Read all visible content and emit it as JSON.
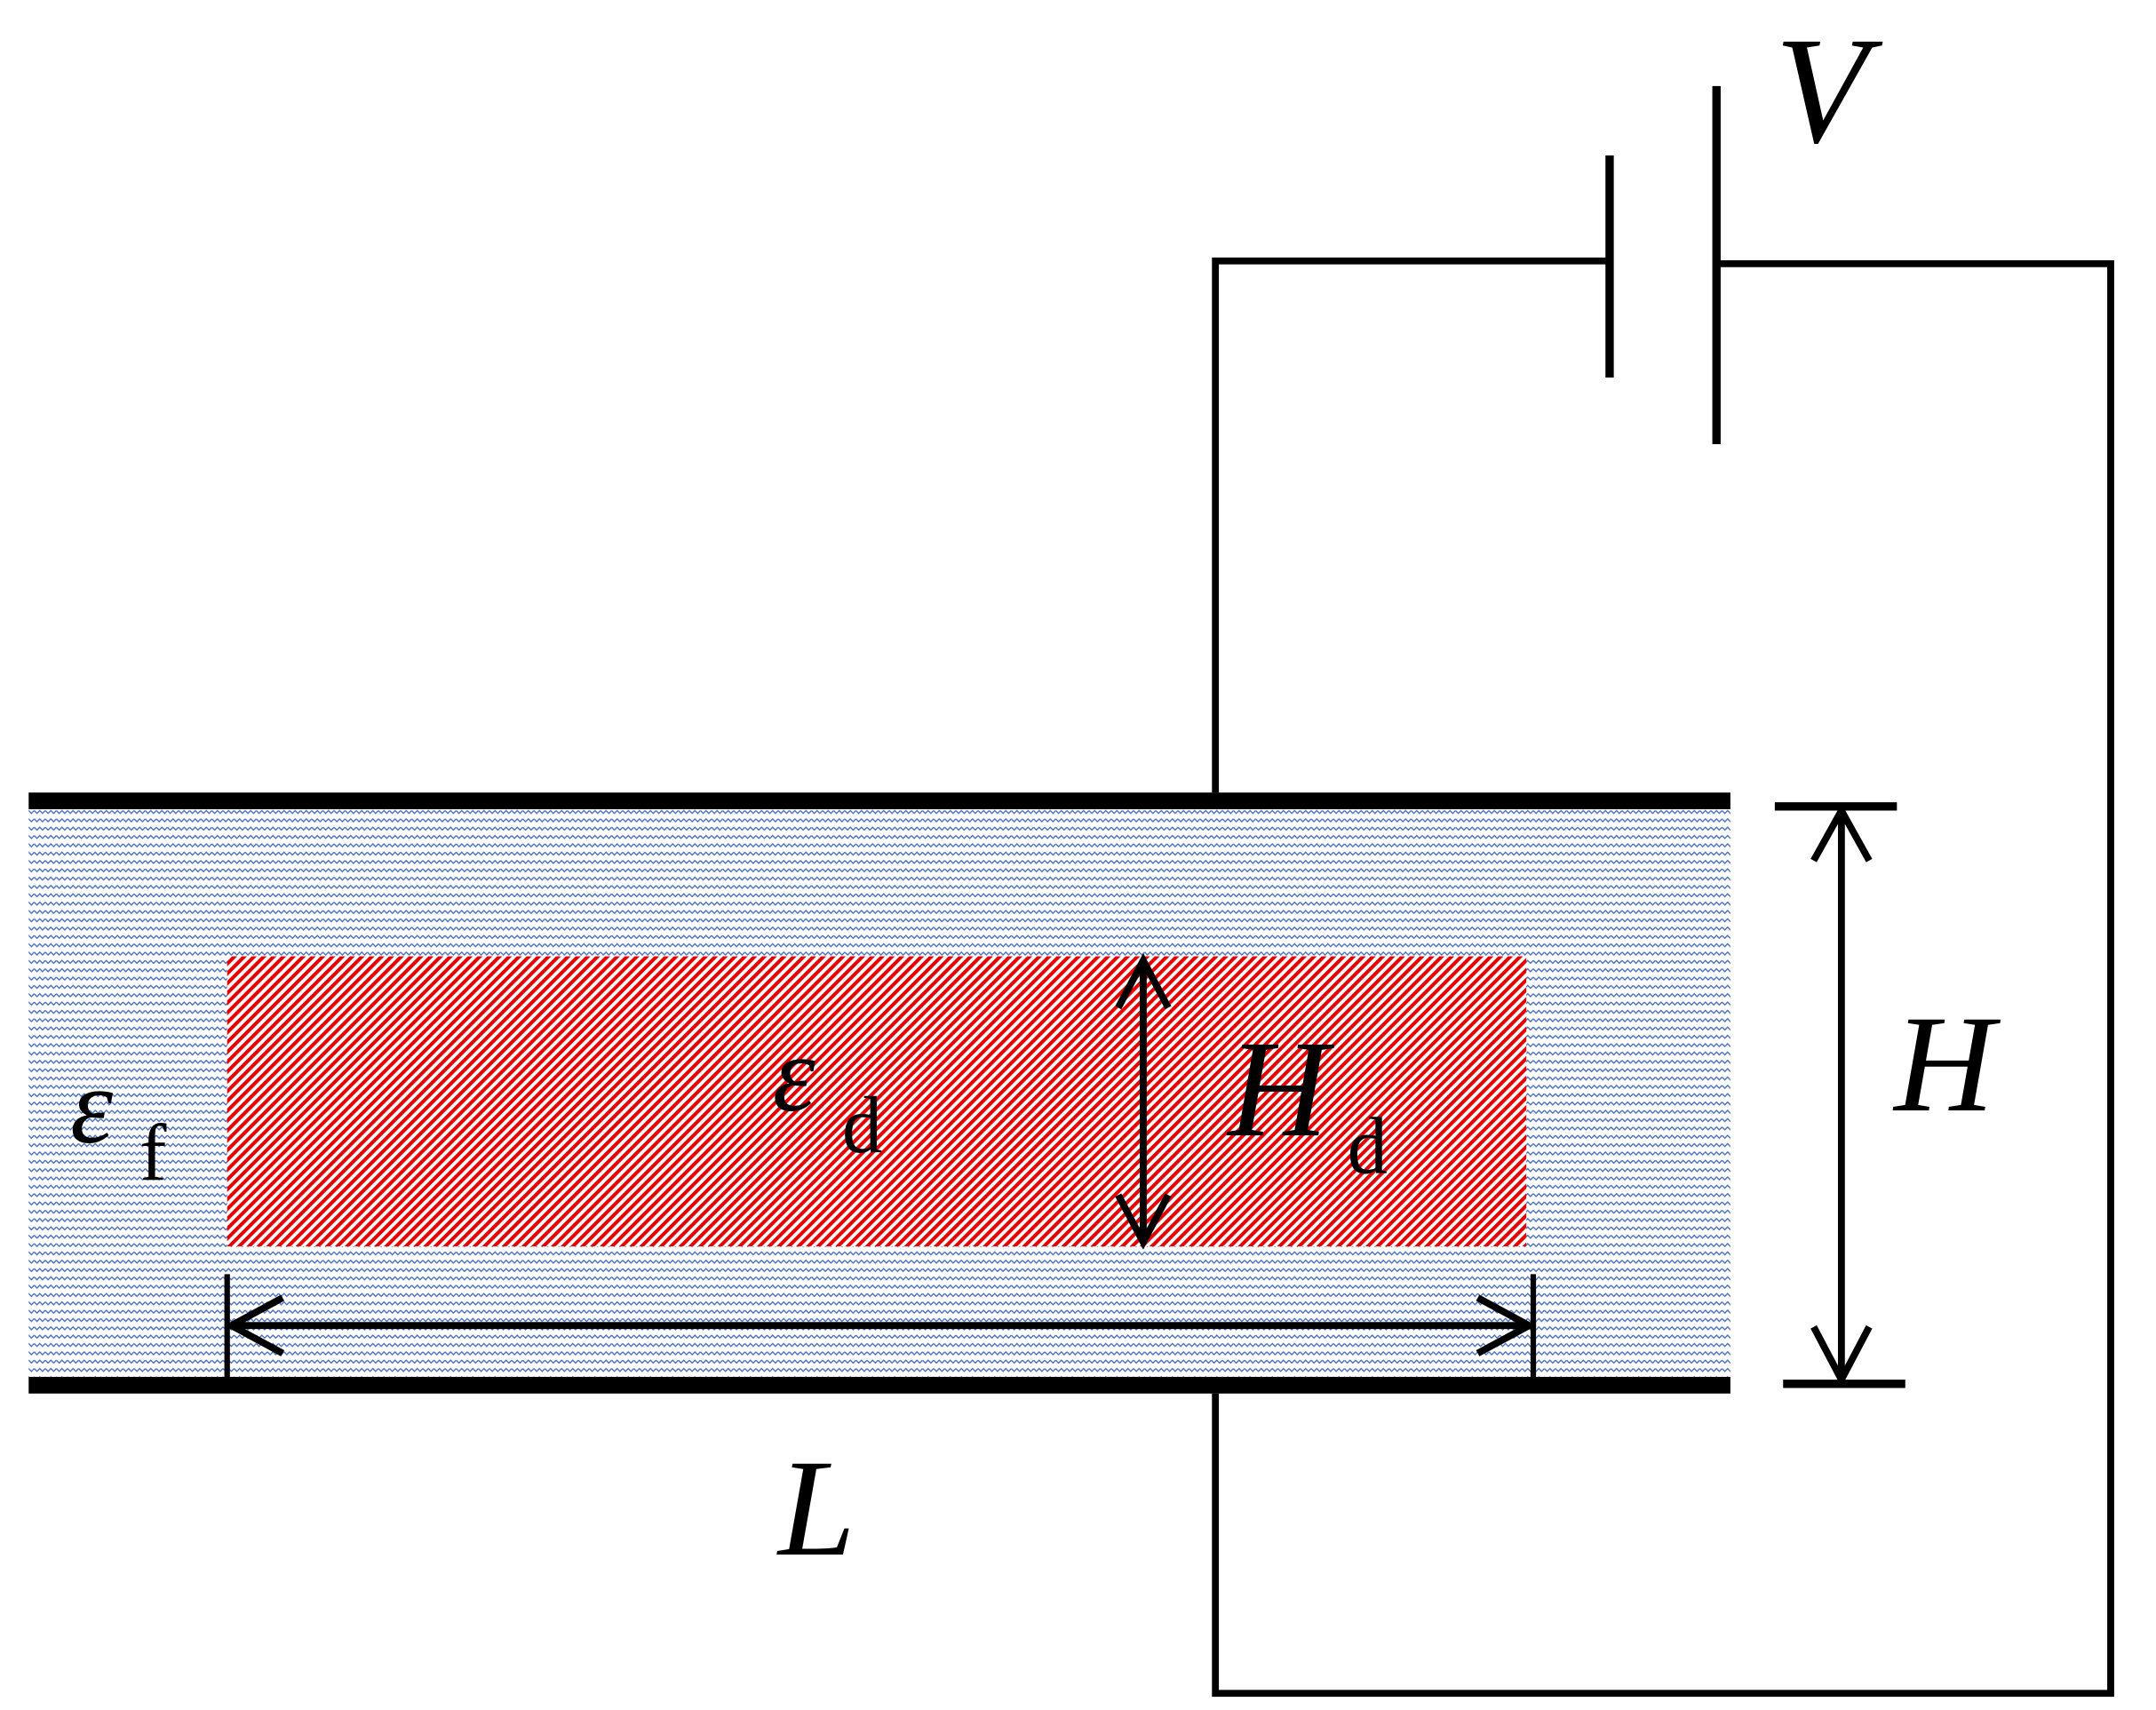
{
  "diagram": {
    "title": "Parallel-plate capacitor with dielectric slab connected to voltage source",
    "labels": {
      "voltage": "V",
      "eps_fluid_symbol": "ε",
      "eps_fluid_sub": "f",
      "eps_dielectric_symbol": "ε",
      "eps_dielectric_sub": "d",
      "dielectric_height_symbol": "H",
      "dielectric_height_sub": "d",
      "gap_height": "H",
      "length": "L"
    },
    "colors": {
      "fluid_pattern": "#4a6fbf",
      "dielectric_pattern": "#e60000",
      "lines": "#000000",
      "background": "#ffffff"
    }
  }
}
